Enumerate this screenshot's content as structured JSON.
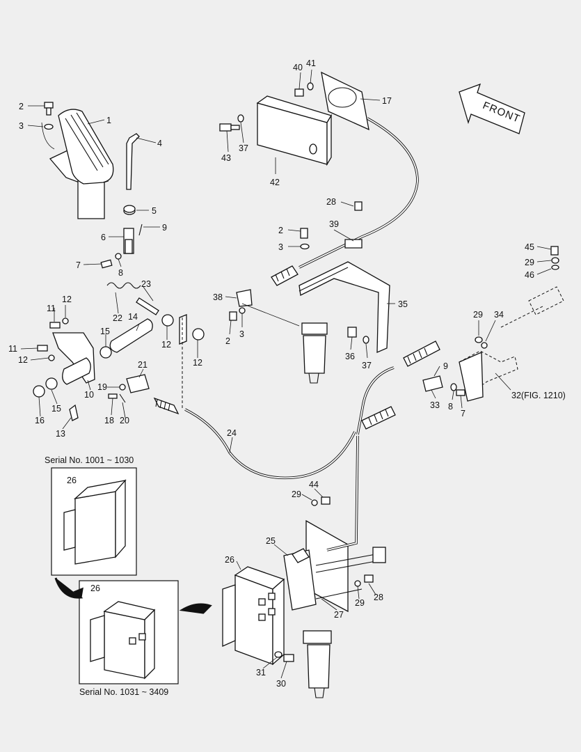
{
  "front_label": "FRONT",
  "inset_top_caption": "Serial No. 1001 ~ 1030",
  "inset_bottom_caption": "Serial No. 1031 ~ 3409",
  "callouts": {
    "c1": "1",
    "c2a": "2",
    "c3a": "3",
    "c4": "4",
    "c5": "5",
    "c6": "6",
    "c7a": "7",
    "c8a": "8",
    "c9a": "9",
    "c10": "10",
    "c11a": "11",
    "c11b": "11",
    "c12a": "12",
    "c12b": "12",
    "c12c": "12",
    "c12d": "12",
    "c13": "13",
    "c14": "14",
    "c15a": "15",
    "c15b": "15",
    "c16": "16",
    "c17": "17",
    "c18": "18",
    "c19": "19",
    "c20": "20",
    "c21": "21",
    "c22": "22",
    "c23": "23",
    "c24": "24",
    "c25": "25",
    "c26a": "26",
    "c26b": "26",
    "c26c": "26",
    "c27": "27",
    "c28a": "28",
    "c28b": "28",
    "c29a": "29",
    "c29b": "29",
    "c29c": "29",
    "c29d": "29",
    "c30": "30",
    "c31": "31",
    "c32": "32(FIG. 1210)",
    "c33": "33",
    "c34": "34",
    "c35": "35",
    "c36": "36",
    "c37a": "37",
    "c37b": "37",
    "c38": "38",
    "c39": "39",
    "c40": "40",
    "c41": "41",
    "c42": "42",
    "c43": "43",
    "c44": "44",
    "c45": "45",
    "c46": "46",
    "c2b": "2",
    "c3b": "3",
    "c2c": "2",
    "c3c": "3",
    "c7b": "7",
    "c8b": "8",
    "c9b": "9"
  }
}
